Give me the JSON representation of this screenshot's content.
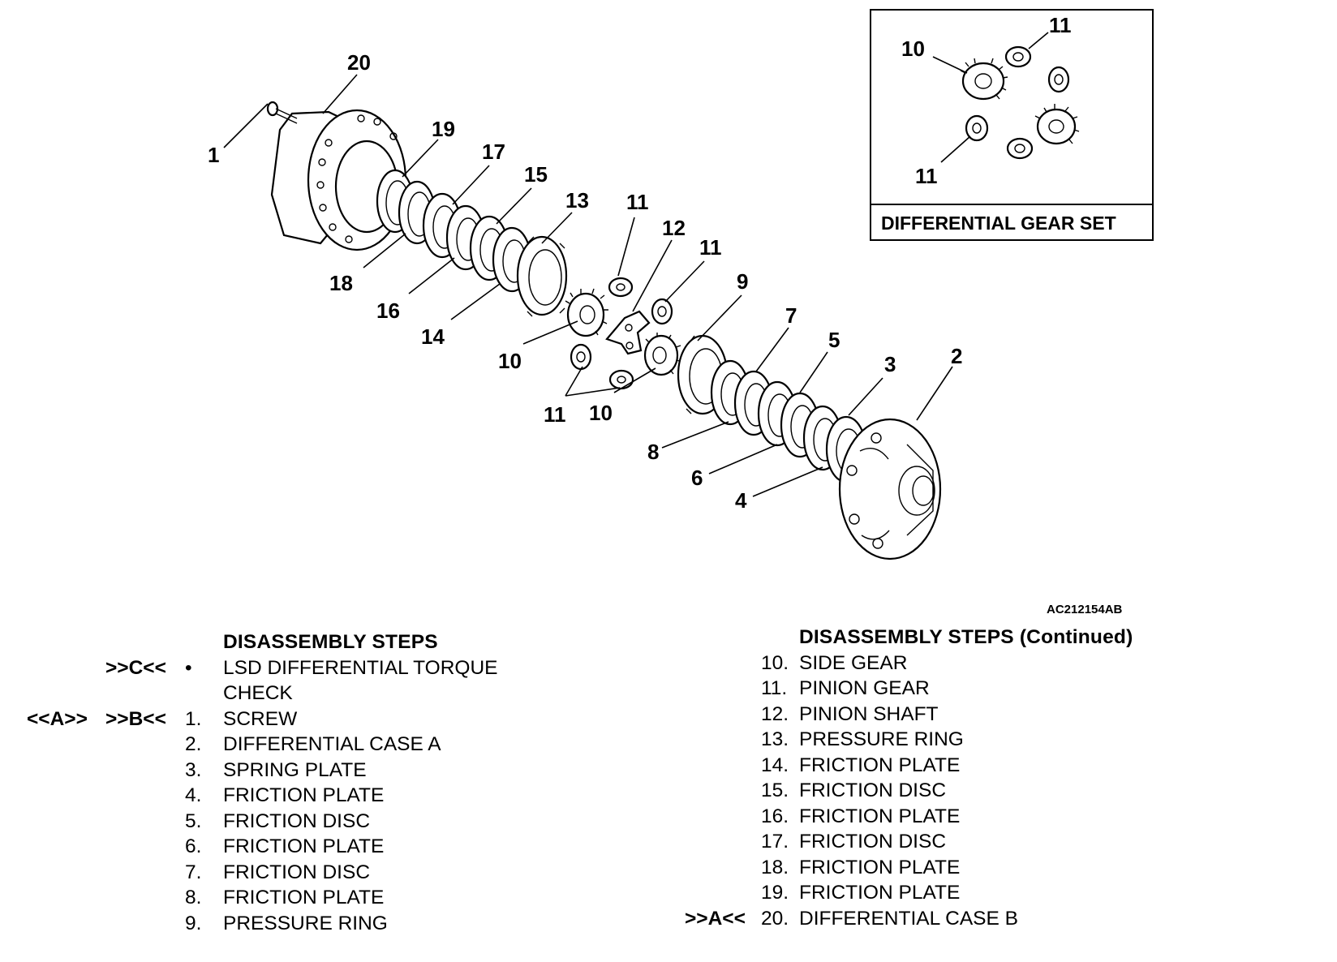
{
  "diagram": {
    "callouts": [
      "1",
      "2",
      "3",
      "4",
      "5",
      "6",
      "7",
      "8",
      "9",
      "10",
      "10",
      "10",
      "11",
      "11",
      "11",
      "11",
      "11",
      "12",
      "13",
      "14",
      "15",
      "16",
      "17",
      "18",
      "19",
      "20"
    ],
    "inset": {
      "caption": "DIFFERENTIAL GEAR SET",
      "callouts": [
        "10",
        "11",
        "11"
      ]
    },
    "figure_code": "AC212154AB"
  },
  "steps_left": {
    "heading": "DISASSEMBLY STEPS",
    "items": [
      {
        "mark_a": "",
        "mark_b": ">>C<<",
        "num": "•",
        "label": "LSD DIFFERENTIAL TORQUE"
      },
      {
        "mark_a": "",
        "mark_b": "",
        "num": "",
        "label": "CHECK"
      },
      {
        "mark_a": "<<A>>",
        "mark_b": ">>B<<",
        "num": "1.",
        "label": "SCREW"
      },
      {
        "mark_a": "",
        "mark_b": "",
        "num": "2.",
        "label": "DIFFERENTIAL CASE A"
      },
      {
        "mark_a": "",
        "mark_b": "",
        "num": "3.",
        "label": "SPRING PLATE"
      },
      {
        "mark_a": "",
        "mark_b": "",
        "num": "4.",
        "label": "FRICTION PLATE"
      },
      {
        "mark_a": "",
        "mark_b": "",
        "num": "5.",
        "label": "FRICTION DISC"
      },
      {
        "mark_a": "",
        "mark_b": "",
        "num": "6.",
        "label": "FRICTION PLATE"
      },
      {
        "mark_a": "",
        "mark_b": "",
        "num": "7.",
        "label": "FRICTION DISC"
      },
      {
        "mark_a": "",
        "mark_b": "",
        "num": "8.",
        "label": "FRICTION PLATE"
      },
      {
        "mark_a": "",
        "mark_b": "",
        "num": "9.",
        "label": "PRESSURE RING"
      }
    ]
  },
  "steps_right": {
    "heading": "DISASSEMBLY STEPS (Continued)",
    "items": [
      {
        "mark": "",
        "num": "10.",
        "label": "SIDE GEAR"
      },
      {
        "mark": "",
        "num": "11.",
        "label": "PINION GEAR"
      },
      {
        "mark": "",
        "num": "12.",
        "label": "PINION SHAFT"
      },
      {
        "mark": "",
        "num": "13.",
        "label": "PRESSURE RING"
      },
      {
        "mark": "",
        "num": "14.",
        "label": "FRICTION PLATE"
      },
      {
        "mark": "",
        "num": "15.",
        "label": "FRICTION DISC"
      },
      {
        "mark": "",
        "num": "16.",
        "label": "FRICTION PLATE"
      },
      {
        "mark": "",
        "num": "17.",
        "label": "FRICTION DISC"
      },
      {
        "mark": "",
        "num": "18.",
        "label": "FRICTION PLATE"
      },
      {
        "mark": "",
        "num": "19.",
        "label": "FRICTION PLATE"
      },
      {
        "mark": ">>A<<",
        "num": "20.",
        "label": "DIFFERENTIAL CASE B"
      }
    ]
  }
}
